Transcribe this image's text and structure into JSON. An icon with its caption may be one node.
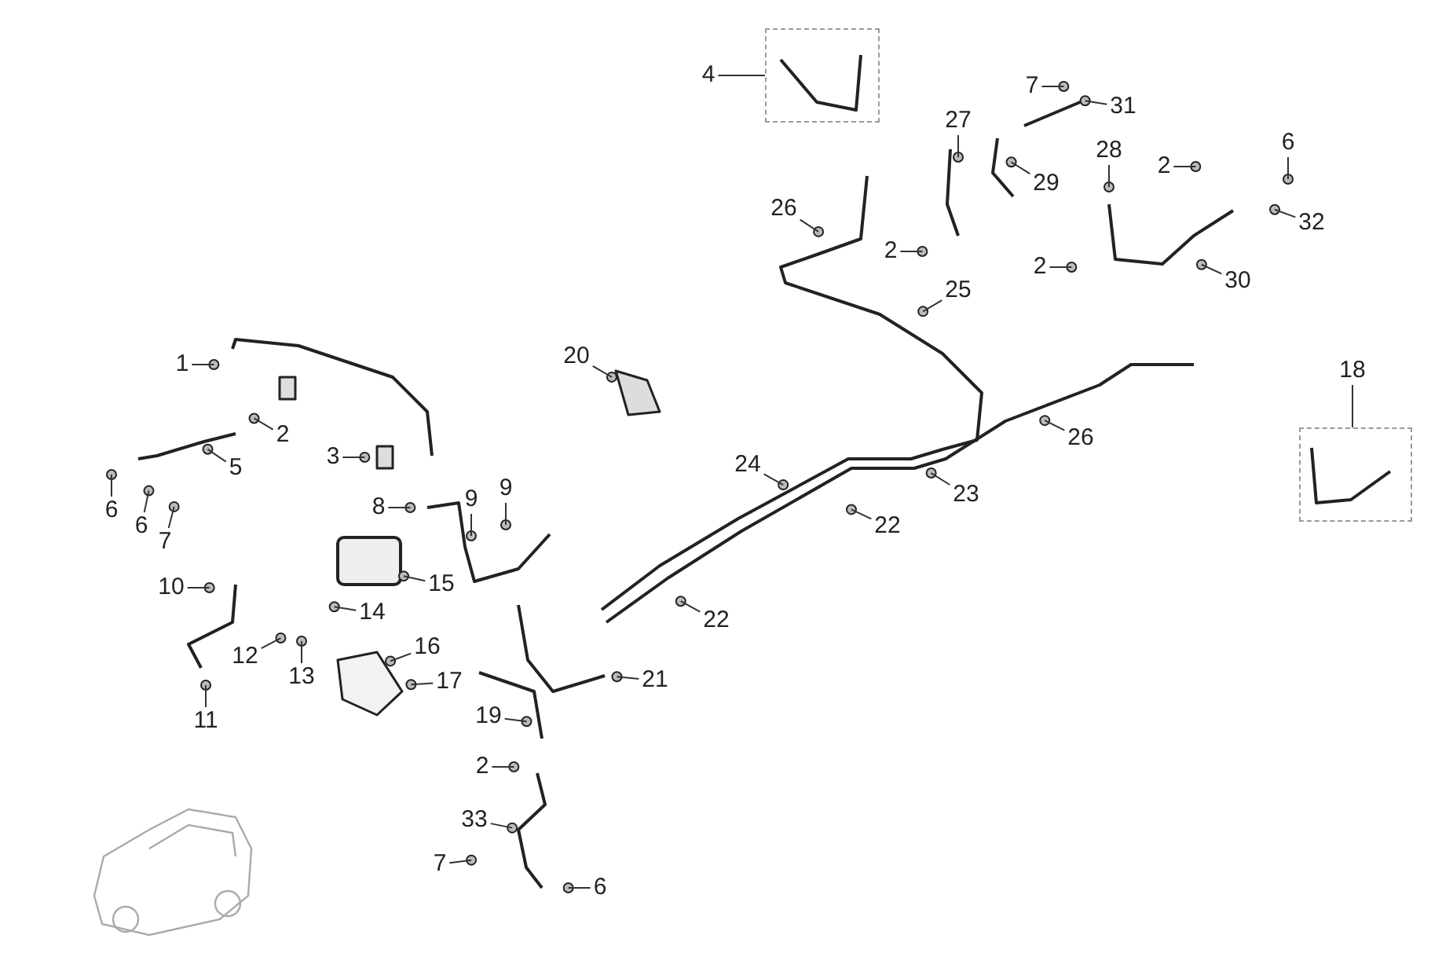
{
  "diagram": {
    "nodes": [
      {
        "text": [
          "4"
        ]
      },
      {
        "text": [],
        "shape": "box"
      },
      {
        "text": [
          "7"
        ]
      },
      {
        "text": [
          "31"
        ]
      },
      {
        "text": [
          "27"
        ]
      },
      {
        "text": [
          "28"
        ]
      },
      {
        "text": [
          "2"
        ]
      },
      {
        "text": [
          "6"
        ]
      },
      {
        "text": [
          "29"
        ]
      },
      {
        "text": [
          "26"
        ]
      },
      {
        "text": [
          "32"
        ]
      },
      {
        "text": [
          "2"
        ]
      },
      {
        "text": [
          "2"
        ]
      },
      {
        "text": [
          "30"
        ]
      },
      {
        "text": [
          "25"
        ]
      },
      {
        "text": [
          "20"
        ]
      },
      {
        "text": [
          "18"
        ]
      },
      {
        "text": [],
        "shape": "box"
      },
      {
        "text": [
          "1"
        ]
      },
      {
        "text": [
          "26"
        ]
      },
      {
        "text": [
          "2"
        ]
      },
      {
        "text": [
          "3"
        ]
      },
      {
        "text": [
          "5"
        ]
      },
      {
        "text": [
          "24"
        ]
      },
      {
        "text": [
          "9"
        ]
      },
      {
        "text": [
          "9"
        ]
      },
      {
        "text": [
          "23"
        ]
      },
      {
        "text": [
          "8"
        ]
      },
      {
        "text": [
          "6"
        ]
      },
      {
        "text": [
          "6"
        ]
      },
      {
        "text": [
          "22"
        ]
      },
      {
        "text": [
          "7"
        ]
      },
      {
        "text": [
          "10"
        ]
      },
      {
        "text": [
          "15"
        ]
      },
      {
        "text": [
          "14"
        ]
      },
      {
        "text": [
          "22"
        ]
      },
      {
        "text": [
          "16"
        ]
      },
      {
        "text": [
          "12"
        ]
      },
      {
        "text": [
          "13"
        ]
      },
      {
        "text": [
          "17"
        ]
      },
      {
        "text": [
          "21"
        ]
      },
      {
        "text": [
          "11"
        ]
      },
      {
        "text": [
          "19"
        ]
      },
      {
        "text": [
          "2"
        ]
      },
      {
        "text": [
          "33"
        ]
      },
      {
        "text": [
          "7"
        ]
      },
      {
        "text": [
          "6"
        ]
      }
    ],
    "edges": [
      {
        "from": 0,
        "to": 1,
        "arrow": "none"
      },
      {
        "from": 2,
        "to": null,
        "arrow": "none"
      },
      {
        "from": 3,
        "to": null,
        "arrow": "none"
      },
      {
        "from": 4,
        "to": null,
        "arrow": "none"
      },
      {
        "from": 5,
        "to": null,
        "arrow": "none"
      },
      {
        "from": 6,
        "to": null,
        "arrow": "none"
      },
      {
        "from": 7,
        "to": null,
        "arrow": "none"
      },
      {
        "from": 8,
        "to": null,
        "arrow": "none"
      },
      {
        "from": 9,
        "to": null,
        "arrow": "none"
      },
      {
        "from": 10,
        "to": null,
        "arrow": "none"
      },
      {
        "from": 11,
        "to": null,
        "arrow": "none"
      },
      {
        "from": 12,
        "to": null,
        "arrow": "none"
      },
      {
        "from": 13,
        "to": null,
        "arrow": "none"
      },
      {
        "from": 14,
        "to": null,
        "arrow": "none"
      },
      {
        "from": 15,
        "to": null,
        "arrow": "none"
      },
      {
        "from": 16,
        "to": 17,
        "arrow": "none"
      },
      {
        "from": 18,
        "to": null,
        "arrow": "none"
      },
      {
        "from": 19,
        "to": null,
        "arrow": "none"
      },
      {
        "from": 20,
        "to": null,
        "arrow": "none"
      },
      {
        "from": 21,
        "to": null,
        "arrow": "none"
      },
      {
        "from": 22,
        "to": null,
        "arrow": "none"
      },
      {
        "from": 23,
        "to": null,
        "arrow": "none"
      },
      {
        "from": 24,
        "to": null,
        "arrow": "none"
      },
      {
        "from": 25,
        "to": null,
        "arrow": "none"
      },
      {
        "from": 26,
        "to": null,
        "arrow": "none"
      },
      {
        "from": 27,
        "to": null,
        "arrow": "none"
      },
      {
        "from": 28,
        "to": null,
        "arrow": "none"
      },
      {
        "from": 29,
        "to": null,
        "arrow": "none"
      },
      {
        "from": 30,
        "to": null,
        "arrow": "none"
      },
      {
        "from": 31,
        "to": null,
        "arrow": "none"
      },
      {
        "from": 32,
        "to": null,
        "arrow": "none"
      },
      {
        "from": 33,
        "to": null,
        "arrow": "none"
      },
      {
        "from": 34,
        "to": null,
        "arrow": "none"
      },
      {
        "from": 35,
        "to": null,
        "arrow": "none"
      },
      {
        "from": 36,
        "to": null,
        "arrow": "none"
      },
      {
        "from": 37,
        "to": null,
        "arrow": "none"
      },
      {
        "from": 38,
        "to": null,
        "arrow": "none"
      },
      {
        "from": 39,
        "to": null,
        "arrow": "none"
      },
      {
        "from": 40,
        "to": null,
        "arrow": "none"
      },
      {
        "from": 41,
        "to": null,
        "arrow": "none"
      },
      {
        "from": 42,
        "to": null,
        "arrow": "none"
      },
      {
        "from": 43,
        "to": null,
        "arrow": "none"
      },
      {
        "from": 44,
        "to": null,
        "arrow": "none"
      },
      {
        "from": 45,
        "to": null,
        "arrow": "none"
      },
      {
        "from": 46,
        "to": null,
        "arrow": "none"
      }
    ]
  }
}
